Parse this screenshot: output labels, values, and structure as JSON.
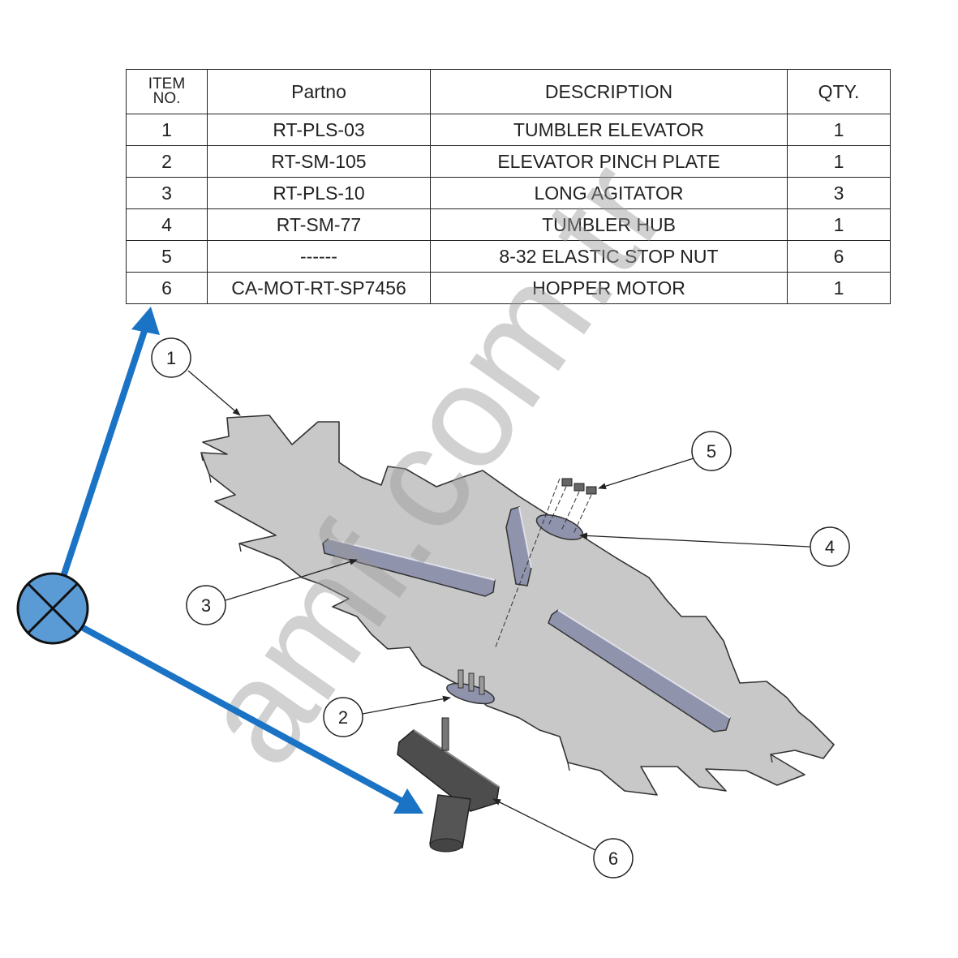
{
  "bom": {
    "headers": {
      "item_no": "ITEM NO.",
      "item_line1": "ITEM",
      "item_line2": "NO.",
      "partno": "Partno",
      "description": "DESCRIPTION",
      "qty": "QTY."
    },
    "rows": [
      {
        "item": "1",
        "partno": "RT-PLS-03",
        "description": "TUMBLER ELEVATOR",
        "qty": "1"
      },
      {
        "item": "2",
        "partno": "RT-SM-105",
        "description": "ELEVATOR PINCH PLATE",
        "qty": "1"
      },
      {
        "item": "3",
        "partno": "RT-PLS-10",
        "description": "LONG AGITATOR",
        "qty": "3"
      },
      {
        "item": "4",
        "partno": "RT-SM-77",
        "description": "TUMBLER HUB",
        "qty": "1"
      },
      {
        "item": "5",
        "partno": "------",
        "description": "8-32 ELASTIC STOP NUT",
        "qty": "6"
      },
      {
        "item": "6",
        "partno": "CA-MOT-RT-SP7456",
        "description": "HOPPER MOTOR",
        "qty": "1"
      }
    ]
  },
  "balloons": [
    "1",
    "2",
    "3",
    "4",
    "5",
    "6"
  ],
  "watermark": "amf.com.tr",
  "colors": {
    "arrow": "#1a73c4",
    "origin_fill": "#5b9bd5",
    "part_fill": "#c8c8c8",
    "agitator_fill": "#8f93ac"
  }
}
